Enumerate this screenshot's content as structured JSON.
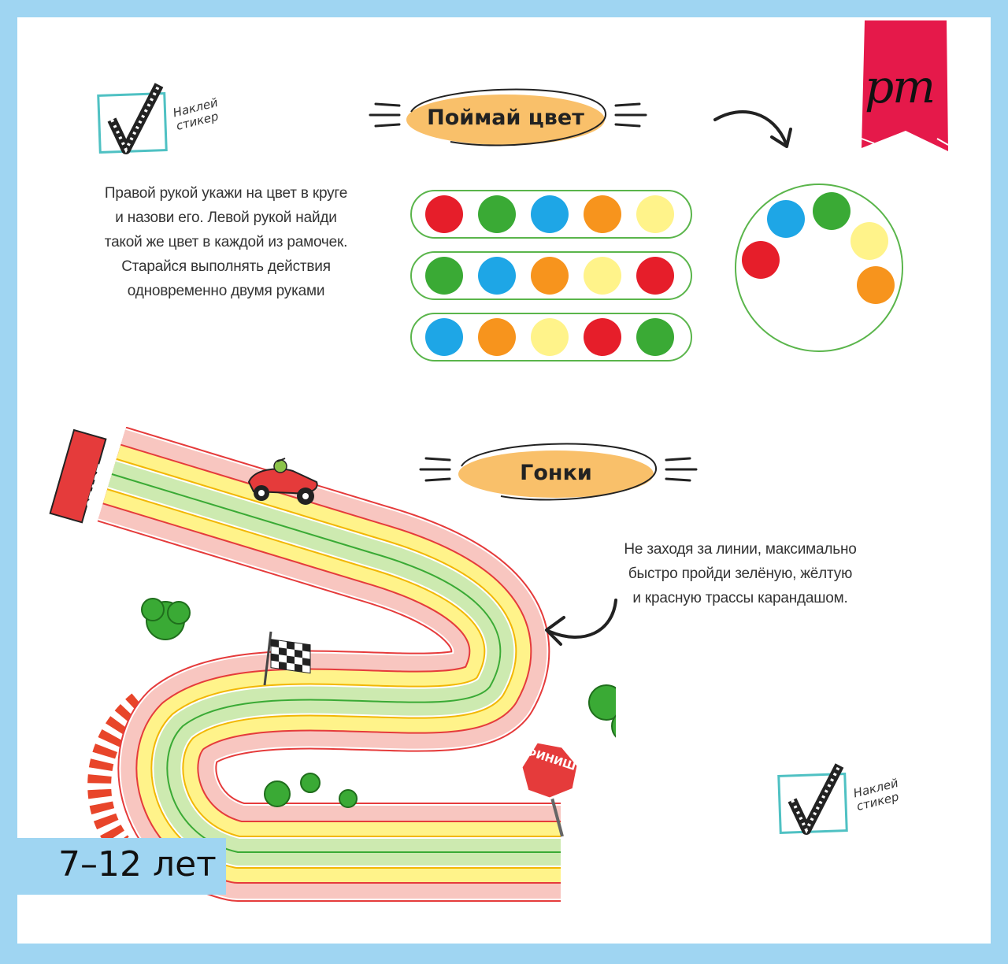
{
  "sticker_label": [
    "Наклей",
    "стикер"
  ],
  "brand_mark": "рт",
  "age_label": "7–12 лет",
  "game1": {
    "title": "Поймай цвет",
    "instructions": [
      "Правой рукой укажи на цвет в круге",
      "и назови его. Левой рукой найди",
      "такой же цвет в каждой из рамочек.",
      "Старайся выполнять действия",
      "одновременно двумя руками"
    ],
    "rows": [
      [
        "red",
        "green",
        "blue",
        "orange",
        "yellow"
      ],
      [
        "green",
        "blue",
        "orange",
        "yellow",
        "red"
      ],
      [
        "blue",
        "orange",
        "yellow",
        "red",
        "green"
      ]
    ],
    "circle_dots": [
      "blue",
      "green",
      "yellow",
      "red",
      "orange"
    ]
  },
  "game2": {
    "title": "Гонки",
    "instructions": [
      "Не заходя за линии, максимально",
      "быстро пройди зелёную, жёлтую",
      "и красную трассы карандашом."
    ],
    "start_label": "СТАРТ",
    "finish_label": "ФИНИШ"
  },
  "colors": {
    "red": "#e61e2a",
    "green": "#3aaa35",
    "blue": "#1ea6e6",
    "orange": "#f7941d",
    "yellow": "#fff38a",
    "frame_green": "#5ab54b",
    "title_oval": "#f9c06a",
    "brand_red": "#e5194a",
    "page_border": "#9fd5f2"
  },
  "icons": [
    "checkmark-sticker-icon",
    "arrow-icon",
    "race-car-icon",
    "checkered-flag-icon",
    "stop-sign-icon",
    "bush-icon"
  ]
}
